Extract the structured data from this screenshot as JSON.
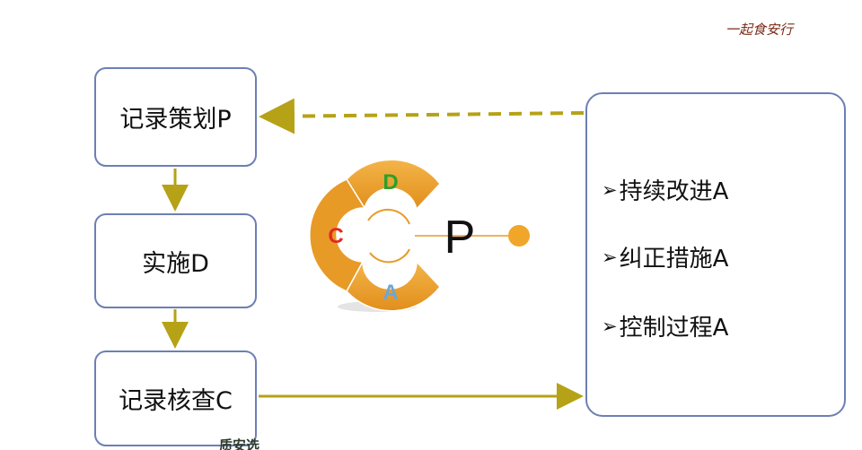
{
  "header": {
    "logo": "一起食安行"
  },
  "flow": {
    "plan": "记录策划P",
    "do": "实施D",
    "check": "记录核查C"
  },
  "pdca": {
    "d": "D",
    "c": "C",
    "a": "A",
    "p": "P"
  },
  "act_box": {
    "items": [
      {
        "label": "持续改进A"
      },
      {
        "label": "纠正措施A"
      },
      {
        "label": "控制过程A"
      }
    ]
  },
  "footer": {
    "logo_text": "质安选"
  },
  "colors": {
    "box_border": "#6d7fb4",
    "arrow": "#b6a216",
    "ring_orange": "#e89a26",
    "letter_d": "#2ca02c",
    "letter_c": "#e02a1f",
    "letter_a": "#6aa6dc"
  }
}
